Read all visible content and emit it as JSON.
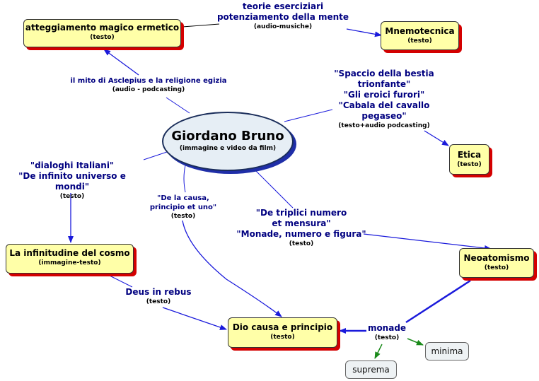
{
  "central": {
    "title": "Giordano Bruno",
    "subtitle": "(immagine e video da film)"
  },
  "nodes": {
    "atteggiamento": {
      "title": "atteggiamento magico ermetico",
      "subtitle": "(testo)"
    },
    "mnemotecnica": {
      "title": "Mnemotecnica",
      "subtitle": "(testo)"
    },
    "etica": {
      "title": "Etica",
      "subtitle": "(testo)"
    },
    "infinitudine": {
      "title": "La infinitudine del cosmo",
      "subtitle": "(immagine-testo)"
    },
    "neoatomismo": {
      "title": "Neoatomismo",
      "subtitle": "(testo)"
    },
    "dio": {
      "title": "Dio causa e principio",
      "subtitle": "(testo)"
    },
    "minima": {
      "title": "minima"
    },
    "suprema": {
      "title": "suprema"
    }
  },
  "labels": {
    "teorie": {
      "line1": "teorie eserciziari",
      "line2": "potenziamento della mente",
      "detail": "(audio-musiche)"
    },
    "mito": {
      "line1": "il mito di Asclepius e la religione egizia",
      "detail": "(audio -  podcasting)"
    },
    "spaccio": {
      "line1": "\"Spaccio della bestia",
      "line2": "trionfante\"",
      "line3": "\"Gli eroici furori\"",
      "line4": "\"Cabala del cavallo",
      "line5": "pegaseo\"",
      "detail": "(testo+audio podcasting)"
    },
    "dialoghi": {
      "line1": "\"dialoghi Italiani\"",
      "line2": "\"De infinito universo e mondi\"",
      "detail": "(testo)"
    },
    "causa": {
      "line1": "\"De la causa,",
      "line2": "principio et uno\"",
      "detail": "(testo)"
    },
    "triplici": {
      "line1": "\"De triplici numero",
      "line2": "et mensura\"",
      "line3": "\"Monade, numero e figura\"",
      "detail": "(testo)"
    },
    "deus": {
      "line1": "Deus in rebus",
      "detail": "(testo)"
    },
    "monade": {
      "line1": "monade",
      "detail": "(testo)"
    }
  },
  "colors": {
    "link": "#1a1adb",
    "label": "#000080",
    "green_arrow": "#1a8a1a",
    "node_fill": "#ffffa8",
    "node_shadow": "#d40000"
  }
}
